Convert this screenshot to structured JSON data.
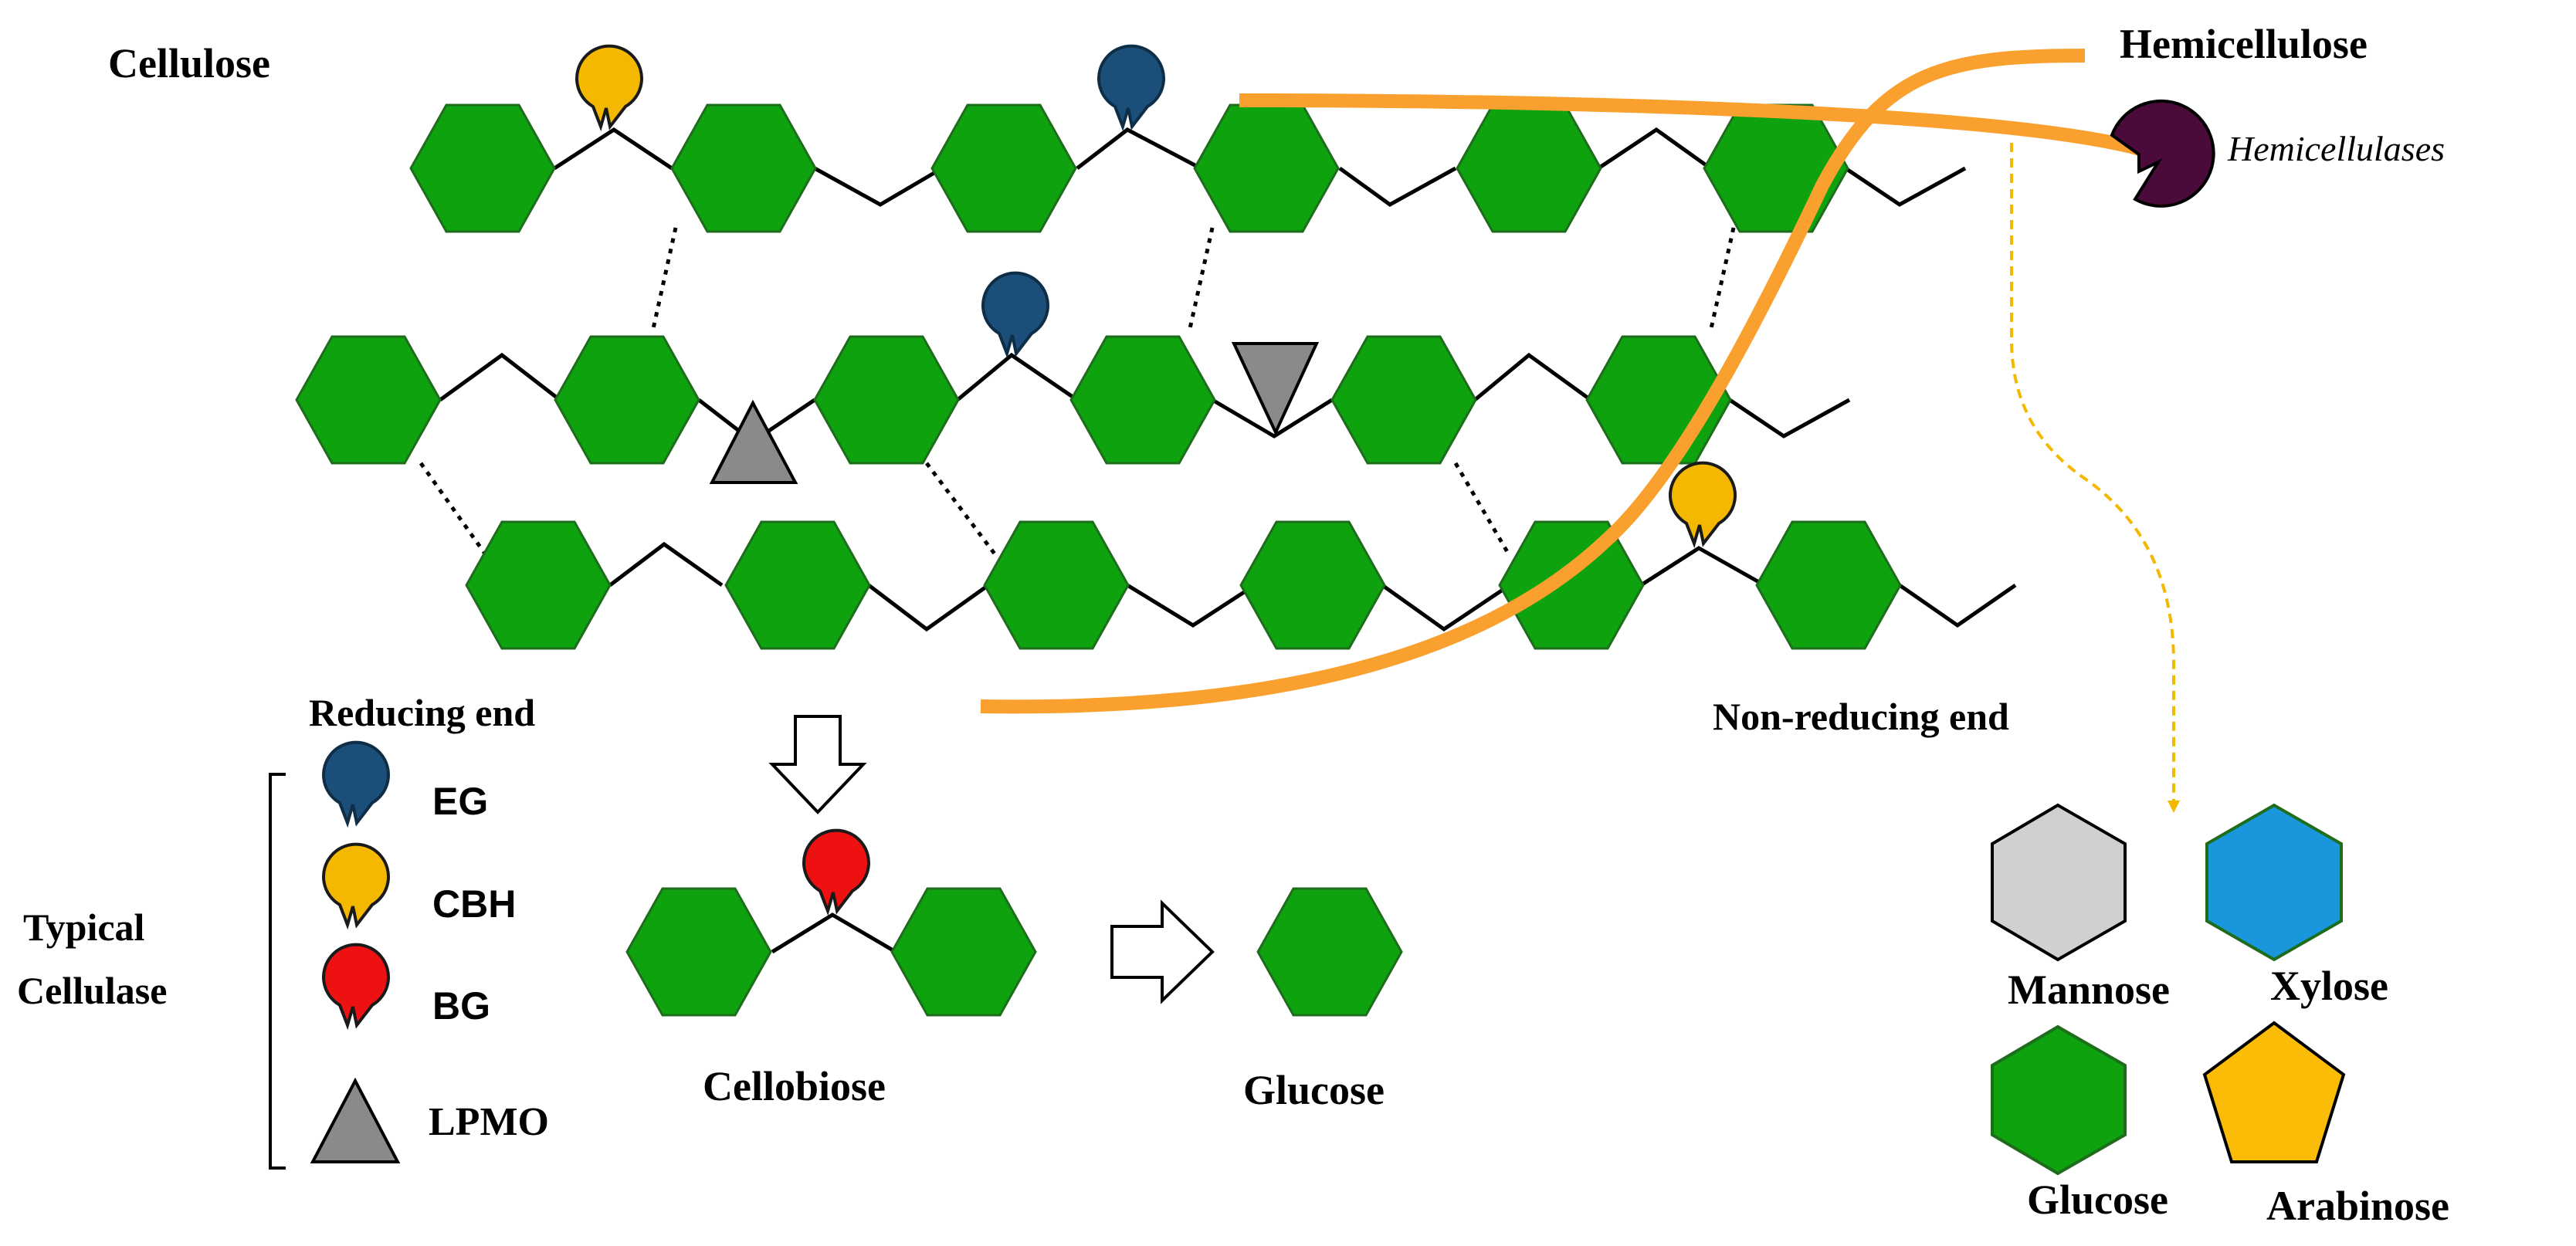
{
  "labels": {
    "cellulose": "Cellulose",
    "hemicellulose": "Hemicellulose",
    "hemicellulases": "Hemicellulases",
    "reducing_end": "Reducing end",
    "non_reducing_end": "Non-reducing end",
    "cellobiose": "Cellobiose",
    "glucose_product": "Glucose",
    "typical_line1": "Typical",
    "typical_line2": "Cellulase"
  },
  "enzyme_legend": [
    {
      "label": "EG",
      "color": "#1b4f7a"
    },
    {
      "label": "CBH",
      "color": "#f5b800"
    },
    {
      "label": "BG",
      "color": "#ee1111"
    },
    {
      "label": "LPMO",
      "color": "#8a8a8a"
    }
  ],
  "sugar_legend": [
    {
      "label": "Mannose",
      "color": "#d0d0d0",
      "shape": "hexagon"
    },
    {
      "label": "Xylose",
      "color": "#1a97dc",
      "shape": "hexagon"
    },
    {
      "label": "Glucose",
      "color": "#0fa20f",
      "shape": "hexagon"
    },
    {
      "label": "Arabinose",
      "color": "#fbbc08",
      "shape": "pentagon"
    }
  ],
  "colors": {
    "glucose_green": "#0fa20f",
    "glucose_stroke": "#1d6d1d",
    "hemicellulose_orange": "#f9a02e",
    "hemicellulase_purple": "#4a0b3a",
    "lpmo_gray": "#8a8a8a",
    "dashed_arrow_yellow": "#f5b800"
  }
}
